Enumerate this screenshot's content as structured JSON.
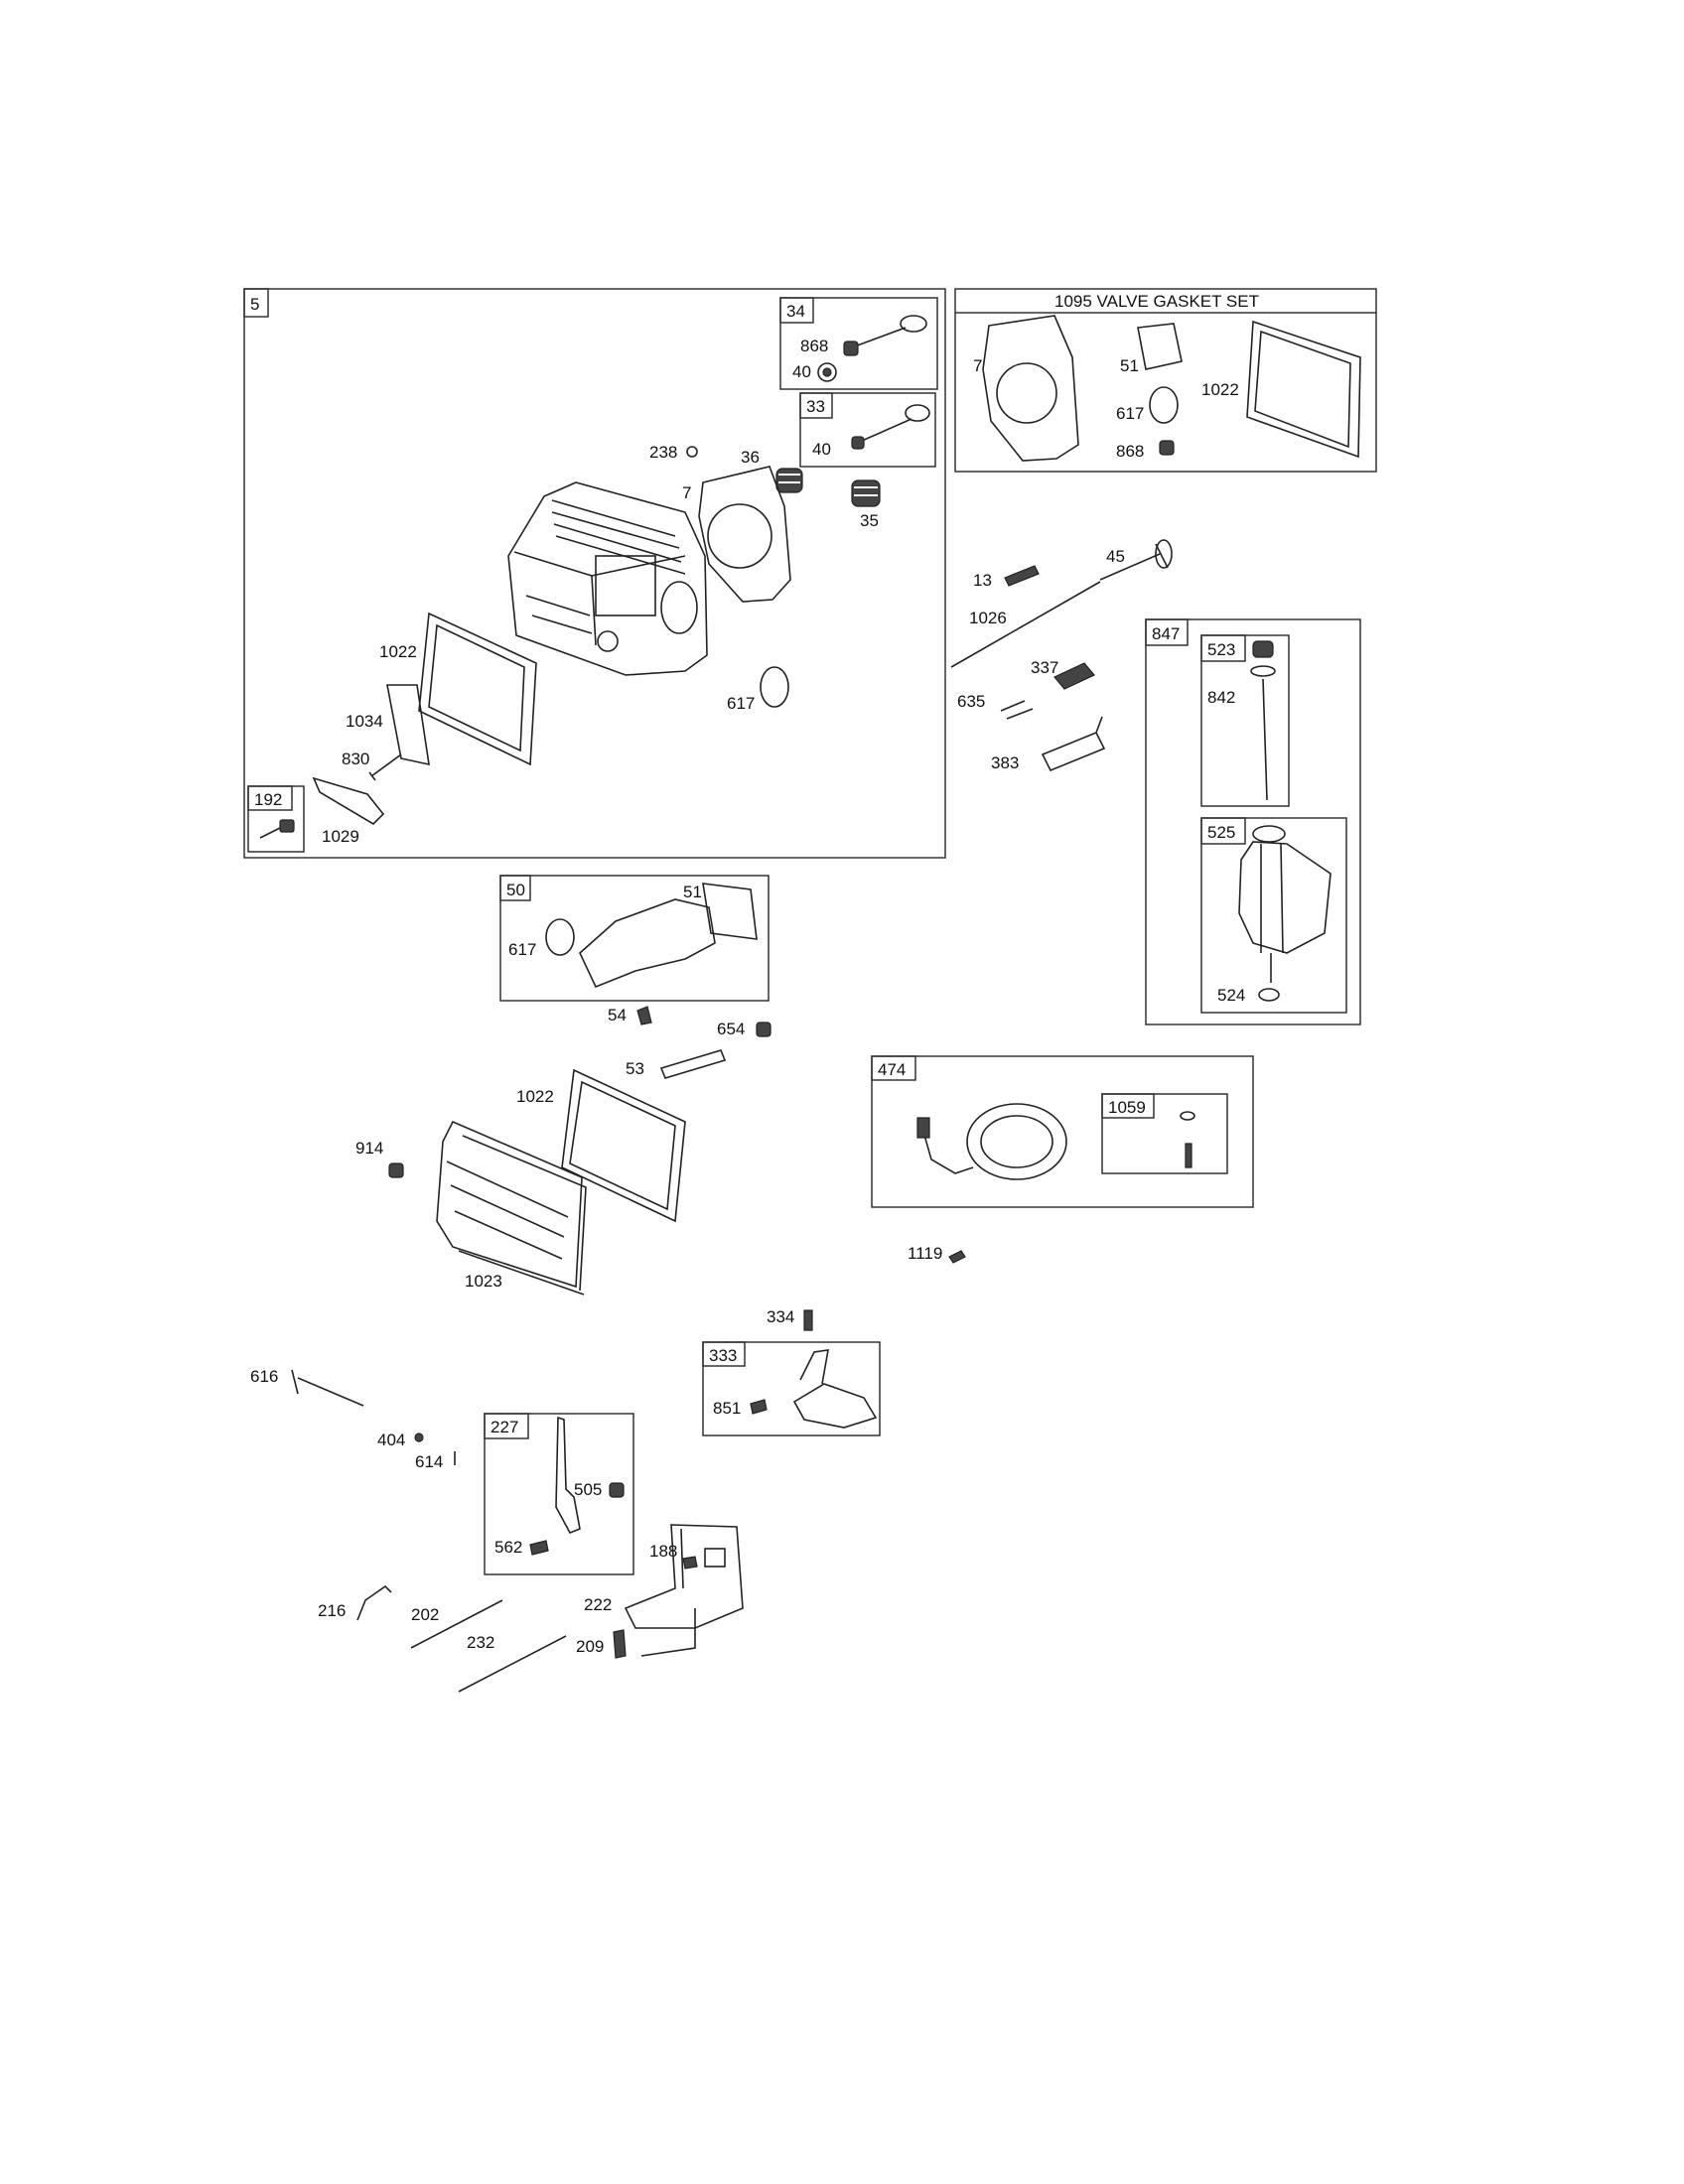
{
  "groups": {
    "g5": "5",
    "g34": "34",
    "g33": "33",
    "g192": "192",
    "g1095": "1095 VALVE   GASKET SET",
    "g847": "847",
    "g523": "523",
    "g525": "525",
    "g50": "50",
    "g474": "474",
    "g1059": "1059",
    "g333": "333",
    "g227": "227"
  },
  "labels": {
    "p868a": "868",
    "p40a": "40",
    "p40b": "40",
    "p238": "238",
    "p36": "36",
    "p7a": "7",
    "p35": "35",
    "p1022a": "1022",
    "p617a": "617",
    "p1034": "1034",
    "p830": "830",
    "p1029": "1029",
    "p7b": "7",
    "p51a": "51",
    "p617b": "617",
    "p1022b": "1022",
    "p868b": "868",
    "p13": "13",
    "p45": "45",
    "p1026": "1026",
    "p337": "337",
    "p635": "635",
    "p383": "383",
    "p842": "842",
    "p524": "524",
    "p51b": "51",
    "p617c": "617",
    "p54": "54",
    "p654": "654",
    "p53": "53",
    "p1022c": "1022",
    "p914": "914",
    "p1023": "1023",
    "p1119": "1119",
    "p334": "334",
    "p851": "851",
    "p616": "616",
    "p404": "404",
    "p614": "614",
    "p505": "505",
    "p562": "562",
    "p188": "188",
    "p216": "216",
    "p202": "202",
    "p222": "222",
    "p232": "232",
    "p209": "209"
  }
}
